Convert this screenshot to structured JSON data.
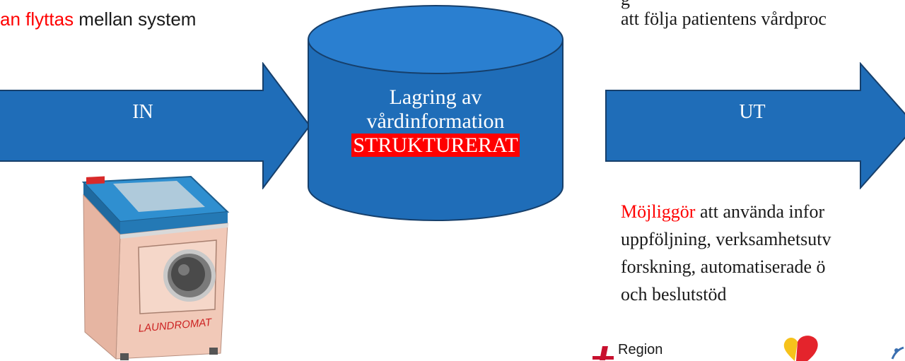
{
  "top_left": {
    "prefix": "an ",
    "highlight": "flyttas",
    "suffix": " mellan system"
  },
  "top_right": {
    "line1": "att följa patientens vårdproc",
    "clipped_above": "g"
  },
  "arrow_in": {
    "label": "IN"
  },
  "arrow_out": {
    "label": "UT"
  },
  "storage": {
    "line1": "Lagring av",
    "line2": "vårdinformation",
    "line3": "STRUKTURERAT"
  },
  "machine": {
    "label": "LAUNDROMAT"
  },
  "bottom_right": {
    "line1_highlight": "Möjliggör",
    "line1_rest": " att använda infor",
    "line2": "uppföljning, verksamhetsutv",
    "line3": "forskning, automatiserade ö",
    "line4": "och beslutstöd"
  },
  "footer": {
    "region": "Region"
  },
  "colors": {
    "arrow_fill": "#1f6db8",
    "arrow_stroke": "#163f6b",
    "highlight": "#ff0000",
    "cylinder_fill": "#1f6db8"
  }
}
